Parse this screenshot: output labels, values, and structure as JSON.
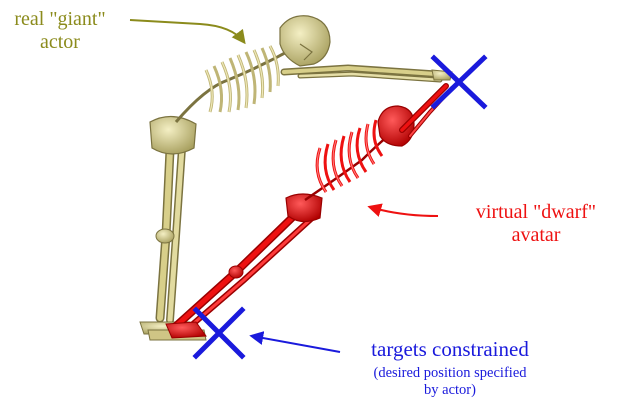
{
  "colors": {
    "giant": "#8b8b1c",
    "giant_bone": "#d8cf8a",
    "giant_bone_dark": "#7b7340",
    "dwarf": "#ee1111",
    "dwarf_dark": "#9a0000",
    "target": "#1a1adc"
  },
  "labels": {
    "giant": {
      "line1": "real \"giant\"",
      "line2": "actor"
    },
    "dwarf": {
      "line1": "virtual \"dwarf\"",
      "line2": "avatar"
    },
    "targets": {
      "title": "targets constrained",
      "sub_line1": "(desired position specified",
      "sub_line2": "by actor)"
    }
  }
}
